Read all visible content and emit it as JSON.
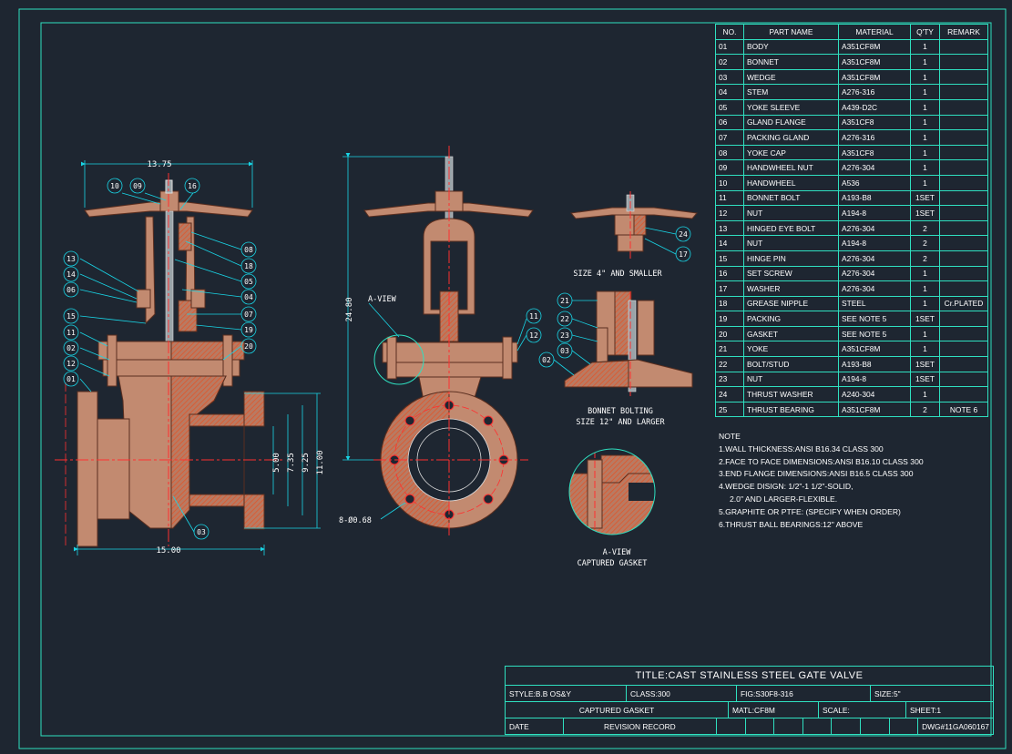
{
  "colors": {
    "background": "#1e2631",
    "frame": "#2fe0c0",
    "part_fill": "#c28a70",
    "hatch": "#e0562a",
    "centerline": "#ff3030",
    "dimension": "#19d5e6",
    "text": "#ffffff"
  },
  "bom": {
    "headers": {
      "no": "NO.",
      "name": "PART NAME",
      "material": "MATERIAL",
      "qty": "Q'TY",
      "remark": "REMARK"
    },
    "rows": [
      {
        "no": "01",
        "name": "BODY",
        "material": "A351CF8M",
        "qty": "1",
        "remark": ""
      },
      {
        "no": "02",
        "name": "BONNET",
        "material": "A351CF8M",
        "qty": "1",
        "remark": ""
      },
      {
        "no": "03",
        "name": "WEDGE",
        "material": "A351CF8M",
        "qty": "1",
        "remark": ""
      },
      {
        "no": "04",
        "name": "STEM",
        "material": "A276-316",
        "qty": "1",
        "remark": ""
      },
      {
        "no": "05",
        "name": "YOKE SLEEVE",
        "material": "A439-D2C",
        "qty": "1",
        "remark": ""
      },
      {
        "no": "06",
        "name": "GLAND FLANGE",
        "material": "A351CF8",
        "qty": "1",
        "remark": ""
      },
      {
        "no": "07",
        "name": "PACKING GLAND",
        "material": "A276-316",
        "qty": "1",
        "remark": ""
      },
      {
        "no": "08",
        "name": "YOKE CAP",
        "material": "A351CF8",
        "qty": "1",
        "remark": ""
      },
      {
        "no": "09",
        "name": "HANDWHEEL NUT",
        "material": "A276-304",
        "qty": "1",
        "remark": ""
      },
      {
        "no": "10",
        "name": "HANDWHEEL",
        "material": "A536",
        "qty": "1",
        "remark": ""
      },
      {
        "no": "11",
        "name": "BONNET BOLT",
        "material": "A193-B8",
        "qty": "1SET",
        "remark": ""
      },
      {
        "no": "12",
        "name": "NUT",
        "material": "A194-8",
        "qty": "1SET",
        "remark": ""
      },
      {
        "no": "13",
        "name": "HINGED EYE BOLT",
        "material": "A276-304",
        "qty": "2",
        "remark": ""
      },
      {
        "no": "14",
        "name": "NUT",
        "material": "A194-8",
        "qty": "2",
        "remark": ""
      },
      {
        "no": "15",
        "name": "HINGE PIN",
        "material": "A276-304",
        "qty": "2",
        "remark": ""
      },
      {
        "no": "16",
        "name": "SET SCREW",
        "material": "A276-304",
        "qty": "1",
        "remark": ""
      },
      {
        "no": "17",
        "name": "WASHER",
        "material": "A276-304",
        "qty": "1",
        "remark": ""
      },
      {
        "no": "18",
        "name": "GREASE NIPPLE",
        "material": "STEEL",
        "qty": "1",
        "remark": "Cr.PLATED"
      },
      {
        "no": "19",
        "name": "PACKING",
        "material": "SEE NOTE 5",
        "qty": "1SET",
        "remark": ""
      },
      {
        "no": "20",
        "name": "GASKET",
        "material": "SEE NOTE 5",
        "qty": "1",
        "remark": ""
      },
      {
        "no": "21",
        "name": "YOKE",
        "material": "A351CF8M",
        "qty": "1",
        "remark": ""
      },
      {
        "no": "22",
        "name": "BOLT/STUD",
        "material": "A193-B8",
        "qty": "1SET",
        "remark": ""
      },
      {
        "no": "23",
        "name": "NUT",
        "material": "A194-8",
        "qty": "1SET",
        "remark": ""
      },
      {
        "no": "24",
        "name": "THRUST WASHER",
        "material": "A240-304",
        "qty": "1",
        "remark": ""
      },
      {
        "no": "25",
        "name": "THRUST BEARING",
        "material": "A351CF8M",
        "qty": "2",
        "remark": "NOTE 6"
      }
    ]
  },
  "notes": {
    "heading": "NOTE",
    "lines": [
      "1.WALL THICKNESS:ANSI B16.34 CLASS 300",
      "2.FACE TO FACE DIMENSIONS:ANSI B16.10 CLASS 300",
      "3.END FLANGE DIMENSIONS:ANSI B16.5 CLASS 300",
      "4.WEDGE DISIGN: 1/2\"-1 1/2\"-SOLID,",
      "   2.0\" AND LARGER-FLEXIBLE.",
      "5.GRAPHITE OR PTFE: (SPECIFY WHEN ORDER)",
      "6.THRUST BALL BEARINGS:12\" ABOVE"
    ]
  },
  "title_block": {
    "title": "TITLE:CAST STAINLESS STEEL GATE VALVE",
    "style": "STYLE:B.B OS&Y",
    "class": "CLASS:300",
    "fig": "FIG:S30F8-316",
    "size": "SIZE:5\"",
    "subtitle": "CAPTURED GASKET",
    "matl": "MATL:CF8M",
    "scale": "SCALE:",
    "sheet": "SHEET:1",
    "date": "DATE",
    "revision": "REVISION RECORD",
    "dwg": "DWG#11GA060167"
  },
  "dimensions": {
    "top_width": "13.75",
    "bottom_width": "15.00",
    "height": "24.80",
    "d1": "5.00",
    "d2": "7.35",
    "d3": "9.25",
    "d4": "11.00",
    "bolt_holes": "8-Ø0.68"
  },
  "view_labels": {
    "a_view": "A-VIEW",
    "small_size": "SIZE 4\" AND SMALLER",
    "bonnet_bolting": "BONNET BOLTING",
    "large_size": "SIZE 12\" AND LARGER",
    "a_view_bottom": "A-VIEW",
    "captured_gasket": "CAPTURED GASKET"
  },
  "balloons": {
    "b10": "10",
    "b09": "09",
    "b16": "16",
    "b13": "13",
    "b14": "14",
    "b06": "06",
    "b15": "15",
    "b11": "11",
    "b02": "02",
    "b12": "12",
    "b01": "01",
    "b08": "08",
    "b18": "18",
    "b05": "05",
    "b04": "04",
    "b07": "07",
    "b19": "19",
    "b20": "20",
    "b03": "03",
    "r11": "11",
    "r12": "12",
    "s24": "24",
    "s17": "17",
    "s21": "21",
    "s22": "22",
    "s23": "23",
    "s03": "03",
    "s02": "02"
  }
}
